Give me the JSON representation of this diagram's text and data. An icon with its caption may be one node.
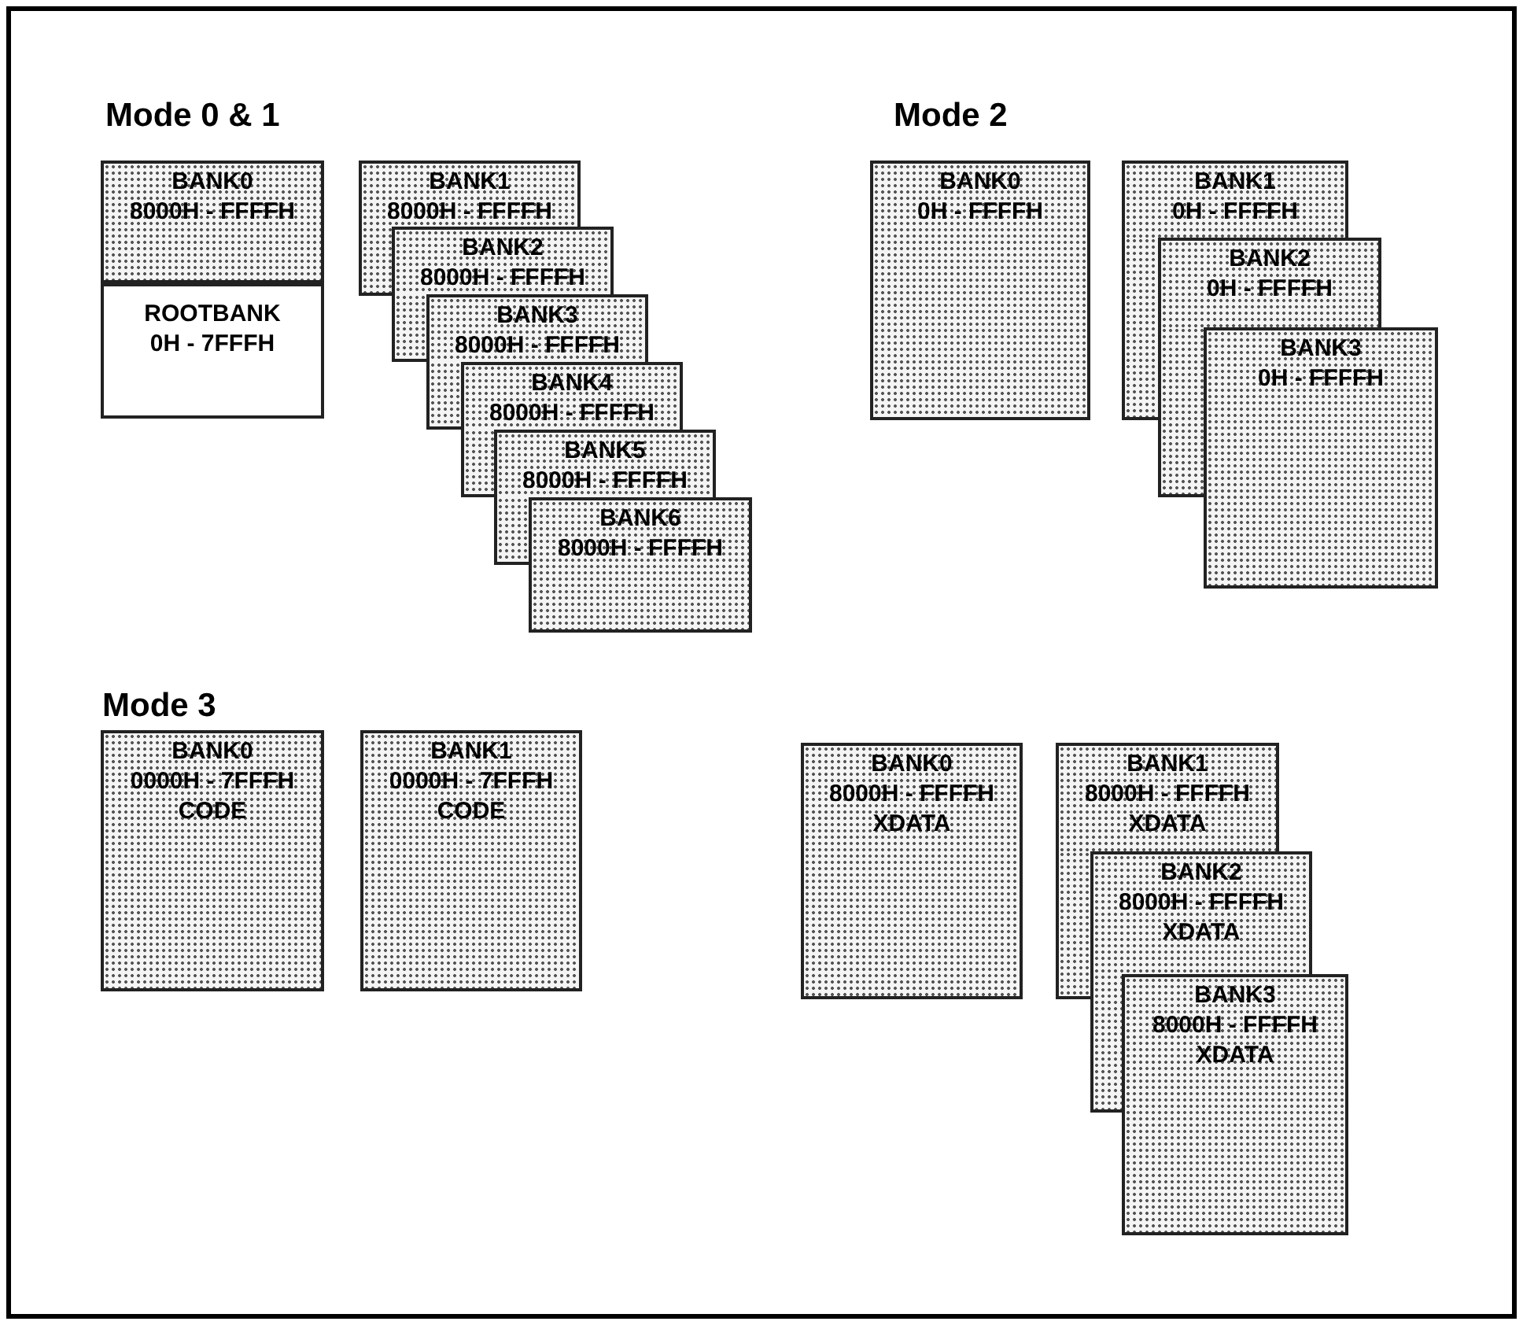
{
  "diagram": {
    "nodes": [
      {
        "text": [
          "BANK0",
          "8000H - FFFFH"
        ]
      },
      {
        "text": [
          "ROOTBANK",
          "0H - 7FFFH"
        ]
      },
      {
        "text": [
          "BANK1",
          "8000H - FFFFH"
        ]
      },
      {
        "text": [
          "BANK2",
          "8000H - FFFFH"
        ]
      },
      {
        "text": [
          "BANK3",
          "8000H - FFFFH"
        ]
      },
      {
        "text": [
          "BANK4",
          "8000H - FFFFH"
        ]
      },
      {
        "text": [
          "BANK5",
          "8000H - FFFFH"
        ]
      },
      {
        "text": [
          "BANK6",
          "8000H - FFFFH"
        ]
      },
      {
        "text": [
          "BANK0",
          "0H - FFFFH"
        ]
      },
      {
        "text": [
          "BANK1",
          "0H - FFFFH"
        ]
      },
      {
        "text": [
          "BANK2",
          "0H - FFFFH"
        ]
      },
      {
        "text": [
          "BANK3",
          "0H - FFFFH"
        ]
      },
      {
        "text": [
          "BANK0",
          "0000H - 7FFFH",
          "CODE"
        ]
      },
      {
        "text": [
          "BANK1",
          "0000H - 7FFFH",
          "CODE"
        ]
      },
      {
        "text": [
          "BANK0",
          "8000H - FFFFH",
          "XDATA"
        ]
      },
      {
        "text": [
          "BANK1",
          "8000H - FFFFH",
          "XDATA"
        ]
      },
      {
        "text": [
          "BANK2",
          "8000H - FFFFH",
          "XDATA"
        ]
      },
      {
        "text": [
          "BANK3",
          "8000H - FFFFH",
          "XDATA"
        ]
      }
    ],
    "labels": [
      "Mode 0 & 1",
      "Mode 2",
      "Mode 3"
    ]
  }
}
